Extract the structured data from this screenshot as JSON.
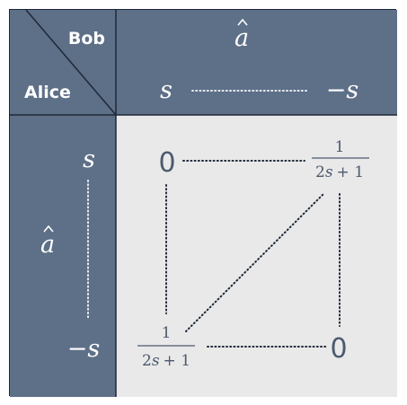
{
  "players": {
    "row": "Alice",
    "column": "Bob"
  },
  "column_header": {
    "variable": "a",
    "strategies": [
      "s",
      "−s"
    ]
  },
  "row_header": {
    "variable": "a",
    "strategies": [
      "s",
      "−s"
    ]
  },
  "payoffs": {
    "top_left": "0",
    "top_right": {
      "numerator": "1",
      "denominator_prefix": "2",
      "denominator_var": "s",
      "denominator_suffix": "+ 1"
    },
    "bottom_left": {
      "numerator": "1",
      "denominator_prefix": "2",
      "denominator_var": "s",
      "denominator_suffix": "+ 1"
    },
    "bottom_right": "0"
  },
  "colors": {
    "header": "#5e7088",
    "cell": "#e9e9e9",
    "border": "#1e2838",
    "value_text": "#4c5a6e"
  }
}
